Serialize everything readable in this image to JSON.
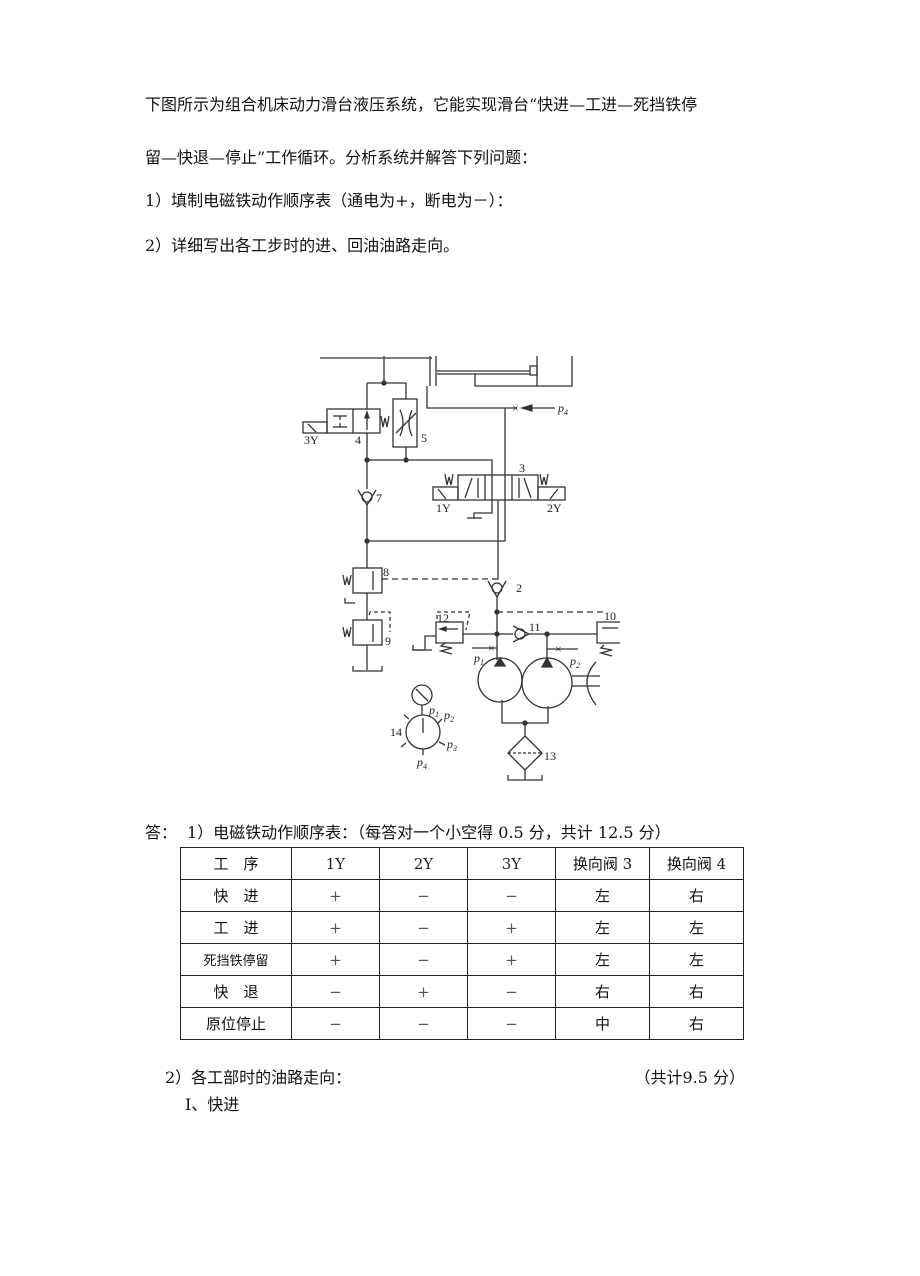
{
  "question": {
    "line1": "下图所示为组合机床动力滑台液压系统，它能实现滑台“快进—工进—死挡铁停",
    "line2": "留—快退—停止”工作循环。分析系统并解答下列问题：",
    "q1": "1）填制电磁铁动作顺序表（通电为+，断电为－）：",
    "q2": "2）详细写出各工步时的进、回油油路走向。"
  },
  "diagram": {
    "labels": {
      "sol3Y": "3Y",
      "v4": "4",
      "v5": "5",
      "v3": "3",
      "sol1Y": "1Y",
      "sol2Y": "2Y",
      "v7": "7",
      "v8": "8",
      "v9": "9",
      "v2": "2",
      "v12": "12",
      "v11": "11",
      "v10": "10",
      "gauge14": "14",
      "v13": "13",
      "p": "p",
      "s1": "1",
      "s2": "2",
      "s3": "3",
      "s4": "4"
    }
  },
  "answer": {
    "prefix": "答：",
    "part1_title": "1）电磁铁动作顺序表：（每答对一个小空得 0.5 分，共计 12.5 分）",
    "table": {
      "headers": [
        "工　序",
        "1Y",
        "2Y",
        "3Y",
        "换向阀 3",
        "换向阀 4"
      ],
      "rows": [
        [
          "快　进",
          "+",
          "−",
          "−",
          "左",
          "右"
        ],
        [
          "工　进",
          "+",
          "−",
          "+",
          "左",
          "左"
        ],
        [
          "死挡铁停留",
          "+",
          "−",
          "+",
          "左",
          "左"
        ],
        [
          "快　退",
          "−",
          "+",
          "−",
          "右",
          "右"
        ],
        [
          "原位停止",
          "−",
          "−",
          "−",
          "中",
          "右"
        ]
      ]
    },
    "part2_title": "2）各工部时的油路走向：",
    "part2_score": "（共计9.5 分）",
    "step1": "I、快进"
  }
}
